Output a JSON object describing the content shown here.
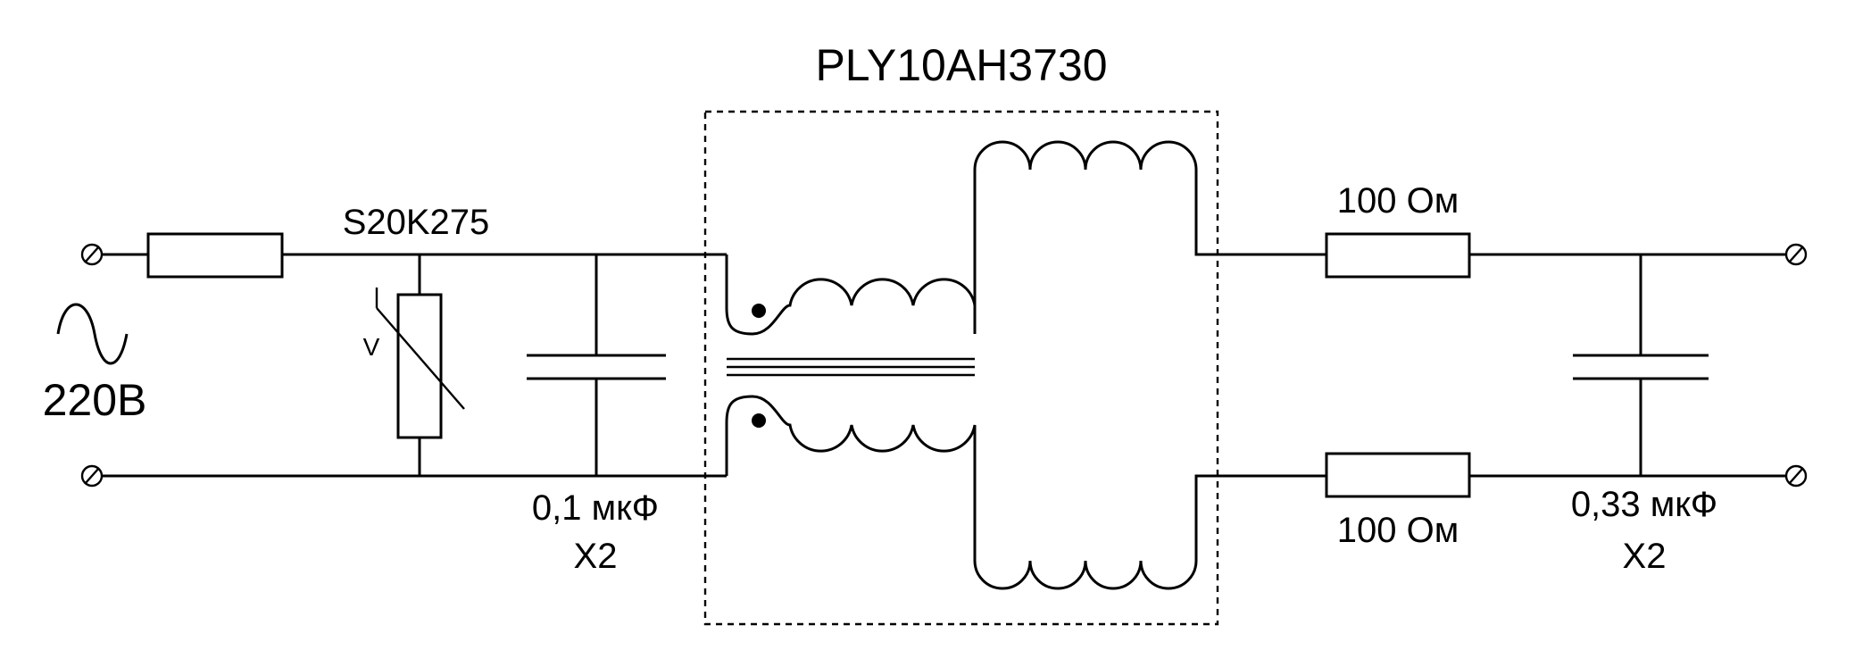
{
  "diagram": {
    "module_label": "PLY10AH3730",
    "varistor_label": "S20K275",
    "varistor_symbol": "V",
    "source_voltage": "220В",
    "cap_input_value": "0,1 мкФ",
    "cap_input_class": "X2",
    "resistor_top": "100 Ом",
    "resistor_bottom": "100 Ом",
    "cap_output_value": "0,33 мкФ",
    "cap_output_class": "X2"
  }
}
